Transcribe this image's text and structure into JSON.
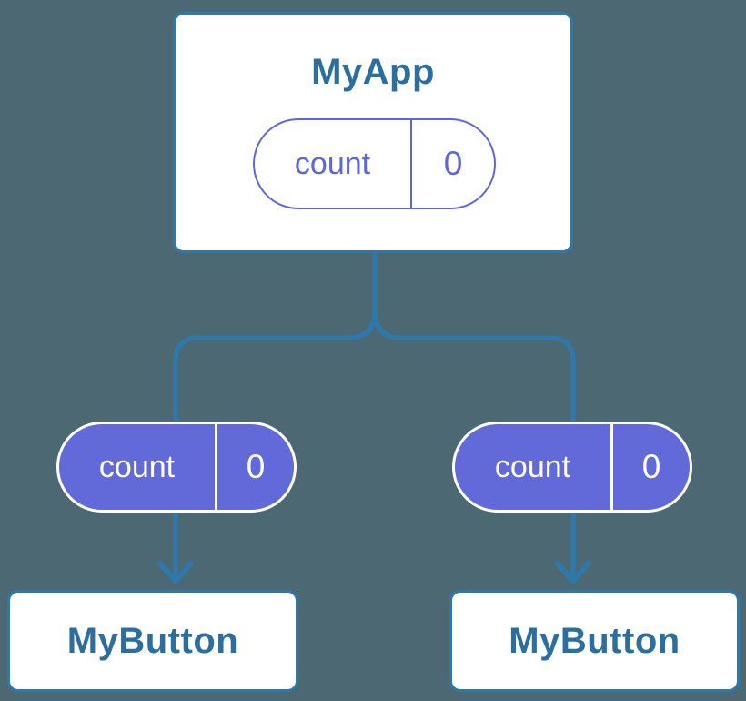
{
  "diagram": {
    "kind": "react-component-tree",
    "colors": {
      "bg": "#4C6973",
      "line": "#2E78AC",
      "title": "#2C6F9F",
      "purple": "#6269D9",
      "purpleLine": "#5D66DD"
    },
    "parent": {
      "title": "MyApp",
      "state": {
        "name": "count",
        "value": "0"
      }
    },
    "children": [
      {
        "title": "MyButton",
        "prop": {
          "name": "count",
          "value": "0"
        }
      },
      {
        "title": "MyButton",
        "prop": {
          "name": "count",
          "value": "0"
        }
      }
    ]
  }
}
